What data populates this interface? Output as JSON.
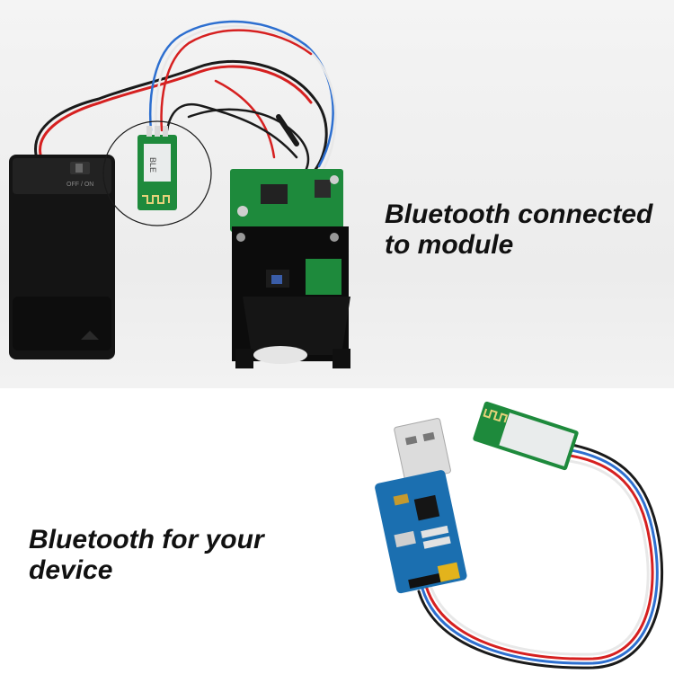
{
  "captions": {
    "top": "Bluetooth connected\nto module",
    "bottom": "Bluetooth for your\ndevice"
  },
  "battery_box": {
    "switch_label": "OFF / ON"
  },
  "colors": {
    "pcb_green": "#1e8a3c",
    "pcb_blue": "#1b6fb0",
    "battery_black": "#141414",
    "wire_red": "#d62020",
    "wire_blue": "#2d6fd0",
    "wire_black": "#1a1a1a",
    "wire_white": "#e8e8e8"
  }
}
